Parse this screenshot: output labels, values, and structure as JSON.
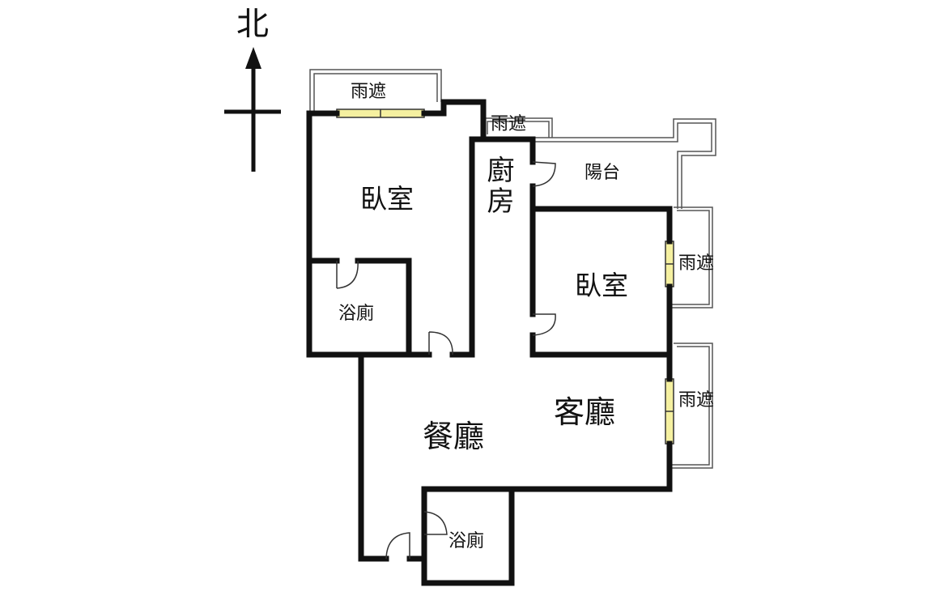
{
  "compass": {
    "north": "北"
  },
  "rooms": {
    "bedroom_main": "臥室",
    "bedroom_second": "臥室",
    "kitchen": "廚房",
    "balcony": "陽台",
    "bath_upper": "浴廁",
    "bath_lower": "浴廁",
    "dining": "餐廳",
    "living": "客廳"
  },
  "awnings": {
    "top_left": "雨遮",
    "top_mid": "雨遮",
    "right_upper": "雨遮",
    "right_lower": "雨遮"
  },
  "colors": {
    "wall": "#111111",
    "window": "#f5f0a0",
    "outline": "#555555"
  }
}
